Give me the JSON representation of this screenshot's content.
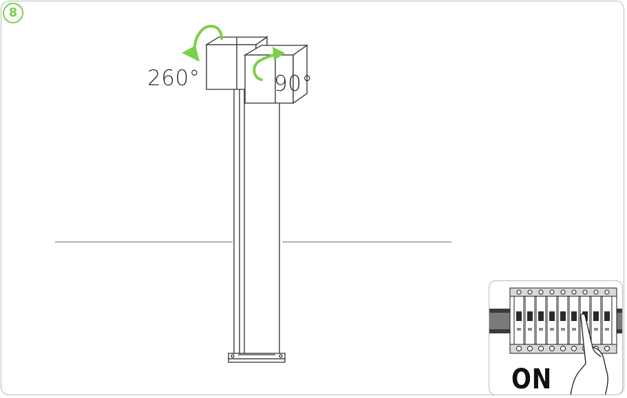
{
  "step": {
    "number": "8",
    "color": "#7ccf4a"
  },
  "rotation": {
    "left_head_angle": "260°",
    "right_head_angle": "90°",
    "arrow_color": "#7ccf4a"
  },
  "inset": {
    "breaker_state": "ON"
  },
  "icons": {
    "rotate_left": "rotate-arrow-icon",
    "rotate_right": "rotate-arrow-icon",
    "hand": "hand-icon"
  }
}
